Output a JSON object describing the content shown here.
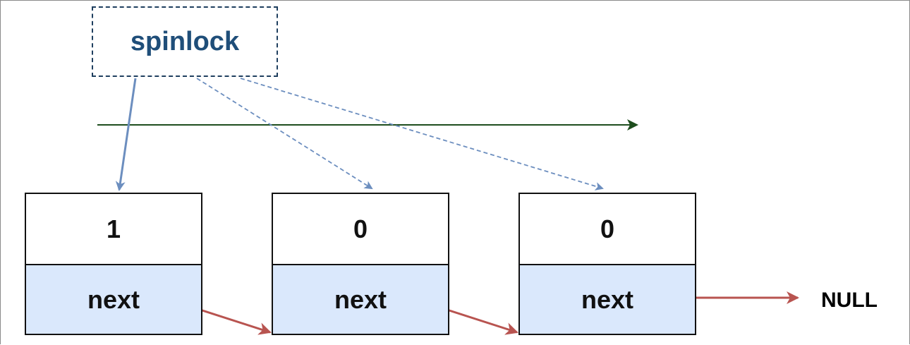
{
  "lock": {
    "label": "spinlock"
  },
  "nodes": [
    {
      "value": "1",
      "next_label": "next"
    },
    {
      "value": "0",
      "next_label": "next"
    },
    {
      "value": "0",
      "next_label": "next"
    }
  ],
  "terminal": {
    "label": "NULL"
  },
  "colors": {
    "lock_border": "#1f3f5f",
    "lock_text": "#1f4e79",
    "pointer_solid": "#6c8ebf",
    "pointer_dashed": "#6c8ebf",
    "direction_arrow": "#1e4d1e",
    "next_arrow": "#b85450",
    "next_fill": "#dae8fc"
  }
}
